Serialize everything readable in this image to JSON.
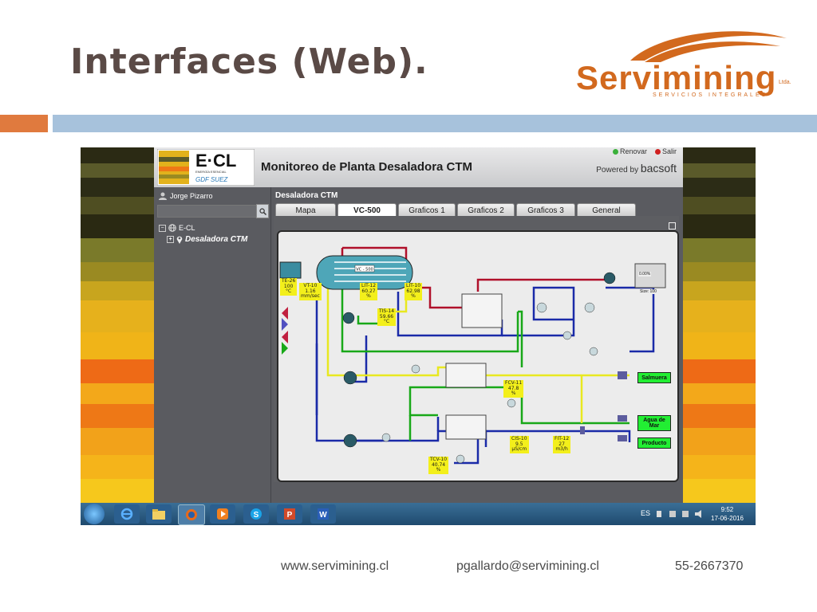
{
  "slide": {
    "title": "Interfaces (Web).",
    "brand_name": "Servimining",
    "brand_ltda": "Ltda.",
    "brand_sub": "SERVICIOS INTEGRALES",
    "footer": {
      "web": "www.servimining.cl",
      "email": "pgallardo@servimining.cl",
      "phone": "55-2667370"
    }
  },
  "app": {
    "title": "Monitoreo de Planta Desaladora CTM",
    "links": {
      "renovar": "Renovar",
      "salir": "Salir"
    },
    "powered_by": "Powered by",
    "powered_brand": "bacsoft",
    "logo": {
      "name": "E·CL",
      "sub1": "ENERGÍA ESENCIAL",
      "sub2": "GDF SUEZ"
    },
    "user": "Jorge Pizarro",
    "search": {
      "value": ""
    },
    "tree": {
      "root": "E-CL",
      "child": "Desaladora CTM"
    },
    "main_title": "Desaladora CTM",
    "tabs": [
      {
        "label": "Mapa"
      },
      {
        "label": "VC-500"
      },
      {
        "label": "Graficos 1"
      },
      {
        "label": "Graficos 2"
      },
      {
        "label": "Graficos 3"
      },
      {
        "label": "General"
      }
    ],
    "active_tab_index": 1
  },
  "scada": {
    "vessel_label": "VC - 500",
    "tags": {
      "te26": [
        "TE-26",
        "100",
        "°C"
      ],
      "vt10": [
        "VT-10",
        "1.16",
        "mm/sec"
      ],
      "lit12": [
        "LIT-12",
        "60.27",
        "%"
      ],
      "lit10": [
        "LIT-10",
        "62.98",
        "%"
      ],
      "tis14": [
        "TIS-14",
        "59.66",
        "°C"
      ],
      "fcv11": [
        "FCV-11",
        "47.8",
        "%"
      ],
      "cis10": [
        "CIS-10",
        "9.5",
        "µS/cm"
      ],
      "fit12": [
        "FIT-12",
        "27",
        "m3/h"
      ],
      "tcv10": [
        "TCV-10",
        "40.74",
        "%"
      ]
    },
    "tank_level": "0.00%",
    "tank_size": "Size: 100",
    "outputs": {
      "salmuera": "Salmuera",
      "agua1": "Agua de",
      "agua2": "Mar",
      "producto": "Producto"
    }
  },
  "taskbar": {
    "lang": "ES",
    "time": "9:52",
    "date": "17-06-2016"
  },
  "colors": {
    "brand_orange": "#d2691e",
    "bar_orange": "#e07a3e",
    "bar_blue": "#a7c2dc",
    "pipe_red": "#b0102a",
    "pipe_blue": "#1a2aa8",
    "pipe_green": "#18a818",
    "pipe_yellow": "#e8e820",
    "tag_yellow": "#f3ef1b",
    "output_green": "#22ee33"
  }
}
